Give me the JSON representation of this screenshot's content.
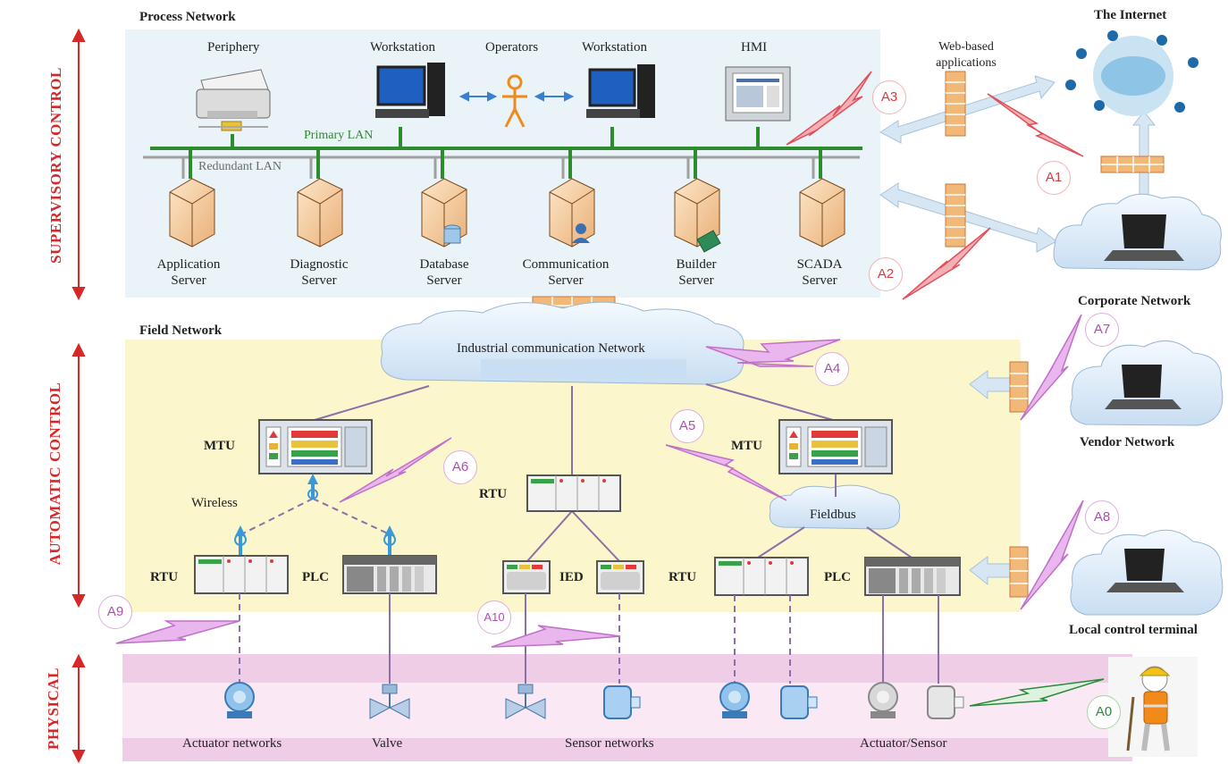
{
  "layers": {
    "supervisory": "SUPERVISORY CONTROL",
    "automatic": "AUTOMATIC CONTROL",
    "physical": "PHYSICAL"
  },
  "process_network": {
    "title": "Process Network",
    "periphery": "Periphery",
    "workstation_left": "Workstation",
    "operators": "Operators",
    "workstation_right": "Workstation",
    "hmi": "HMI",
    "primary_lan": "Primary LAN",
    "redundant_lan": "Redundant LAN",
    "servers": [
      {
        "line1": "Application",
        "line2": "Server"
      },
      {
        "line1": "Diagnostic",
        "line2": "Server"
      },
      {
        "line1": "Database",
        "line2": "Server"
      },
      {
        "line1": "Communication",
        "line2": "Server"
      },
      {
        "line1": "Builder",
        "line2": "Server"
      },
      {
        "line1": "SCADA",
        "line2": "Server"
      }
    ]
  },
  "external": {
    "web_apps_line1": "Web-based",
    "web_apps_line2": "applications",
    "internet": "The Internet",
    "corporate": "Corporate Network",
    "vendor": "Vendor Network",
    "local_terminal": "Local control terminal"
  },
  "field_network": {
    "title": "Field Network",
    "industrial": "Industrial communication Network",
    "mtu_left": "MTU",
    "mtu_right": "MTU",
    "wireless": "Wireless",
    "rtu_left": "RTU",
    "plc_left": "PLC",
    "rtu_center": "RTU",
    "ied": "IED",
    "fieldbus": "Fieldbus",
    "rtu_right": "RTU",
    "plc_right": "PLC"
  },
  "physical": {
    "actuator_networks": "Actuator networks",
    "valve": "Valve",
    "sensor_networks": "Sensor networks",
    "actuator_sensor": "Actuator/Sensor"
  },
  "attacks": [
    "A0",
    "A1",
    "A2",
    "A3",
    "A4",
    "A5",
    "A6",
    "A7",
    "A8",
    "A9",
    "A10"
  ],
  "colors": {
    "layer_red": "#d62828",
    "primary_lan": "#2e8b2e",
    "redundant_lan": "#9a9a9a",
    "attack_red": "#e0505a",
    "attack_purple": "#c070c8",
    "attack_green": "#2a8a3a",
    "firewall": "#e8a060",
    "cloud": "#dcebf8"
  }
}
